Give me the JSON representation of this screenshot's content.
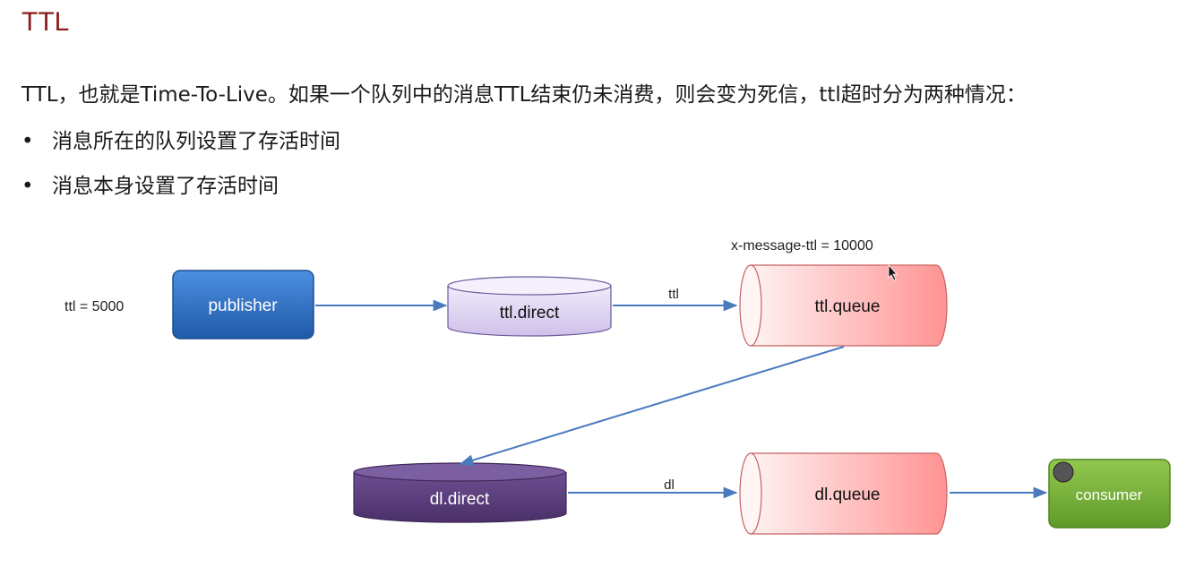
{
  "title": "TTL",
  "intro": "TTL，也就是Time-To-Live。如果一个队列中的消息TTL结束仍未消费，则会变为死信，ttl超时分为两种情况：",
  "bullets": [
    "消息所在的队列设置了存活时间",
    "消息本身设置了存活时间"
  ],
  "diagram": {
    "ttl_note": "ttl = 5000",
    "queue_note": "x-message-ttl = 10000",
    "publisher": "publisher",
    "ttl_exchange": "ttl.direct",
    "ttl_routing_key": "ttl",
    "ttl_queue": "ttl.queue",
    "dl_exchange": "dl.direct",
    "dl_routing_key": "dl",
    "dl_queue": "dl.queue",
    "consumer": "consumer"
  },
  "colors": {
    "title": "#8b1a1a",
    "publisher": "#2e6fc2",
    "ttl_exchange": "#dcd0f0",
    "queue": "#ff9a9a",
    "dl_exchange": "#5a3d7a",
    "consumer": "#7ab33a",
    "arrow": "#4a7bbf"
  }
}
